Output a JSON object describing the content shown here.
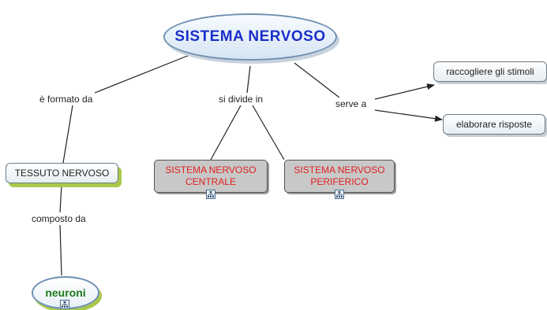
{
  "colors": {
    "root_text": "#1b2fc9",
    "gray_node_text": "#e02020",
    "neuroni_text": "#1a7a1a",
    "link_line": "#222222"
  },
  "nodes": {
    "root": "SISTEMA NERVOSO",
    "tessuto": "TESSUTO NERVOSO",
    "snc_line1": "SISTEMA NERVOSO",
    "snc_line2": "CENTRALE",
    "snp_line1": "SISTEMA NERVOSO",
    "snp_line2": "PERIFERICO",
    "neuroni": "neuroni",
    "stimoli": "raccogliere gli stimoli",
    "risposte": "elaborare risposte"
  },
  "links": {
    "formato": "è formato da",
    "divide": "si divide in",
    "serve": "serve a",
    "composto": "composto da"
  },
  "icons": {
    "submap": "submap-icon"
  }
}
